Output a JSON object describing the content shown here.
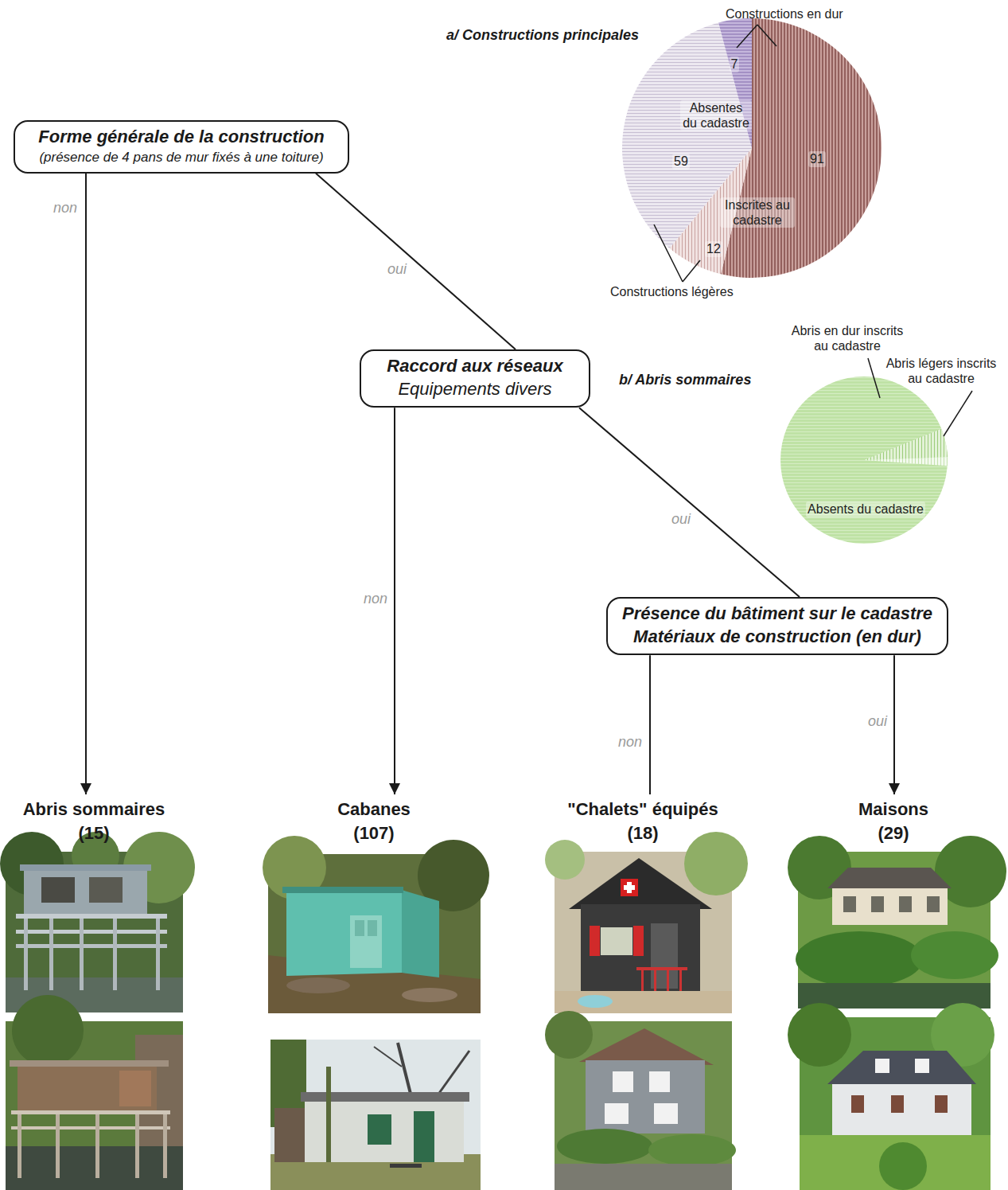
{
  "diagram": {
    "nodes": [
      {
        "text": [
          "Forme générale de la construction",
          "(présence de 4 pans de mur fixés à une toiture)"
        ]
      },
      {
        "text": [
          "Raccord aux réseaux",
          "Equipements divers"
        ]
      },
      {
        "text": [
          "Présence du bâtiment sur le cadastre",
          "Matériaux de construction (en dur)"
        ]
      },
      {
        "text": [
          "Abris sommaires",
          "(15)"
        ]
      },
      {
        "text": [
          "Cabanes",
          "(107)"
        ]
      },
      {
        "text": [
          "\"Chalets\" équipés",
          "(18)"
        ]
      },
      {
        "text": [
          "Maisons",
          "(29)"
        ]
      }
    ],
    "edges": [
      {
        "from": 0,
        "to": 3,
        "label": "non",
        "arrow": "to"
      },
      {
        "from": 0,
        "to": 1,
        "label": "oui",
        "arrow": "none"
      },
      {
        "from": 1,
        "to": 4,
        "label": "non",
        "arrow": "to"
      },
      {
        "from": 1,
        "to": 2,
        "label": "oui",
        "arrow": "none"
      },
      {
        "from": 2,
        "to": 5,
        "label": "non",
        "arrow": "none"
      },
      {
        "from": 2,
        "to": 6,
        "label": "oui",
        "arrow": "to"
      }
    ],
    "labels": [
      "a/ Constructions principales",
      "Constructions en dur",
      "7",
      "Absentes du cadastre",
      "59",
      "91",
      "Inscrites au cadastre",
      "12",
      "Constructions légères",
      "b/ Abris sommaires",
      "Abris en dur inscrits au cadastre",
      "Abris légers inscrits au cadastre",
      "Absents du cadastre"
    ]
  }
}
